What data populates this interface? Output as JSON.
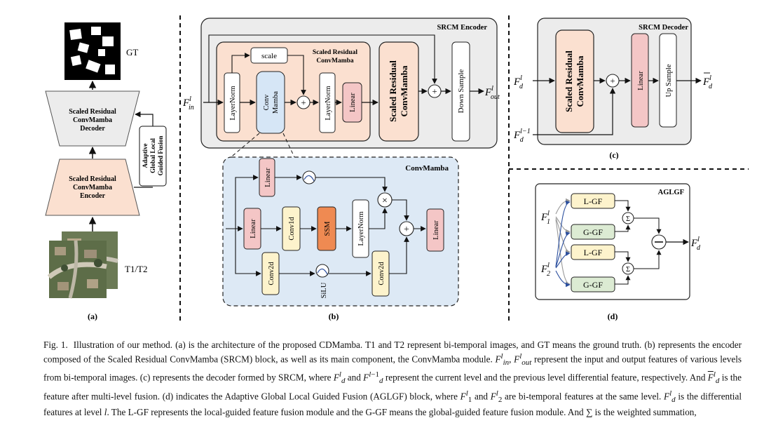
{
  "panel_a": {
    "gt_label": "GT",
    "decoder_lines": [
      "Scaled Residual",
      "ConvMamba",
      "Decoder"
    ],
    "encoder_lines": [
      "Scaled Residual",
      "ConvMamba",
      "Encoder"
    ],
    "fusion_lines": [
      "Adaptive",
      "Global Local",
      "Guided Fusion"
    ],
    "input_label": "T1/T2",
    "caption": "(a)"
  },
  "panel_b": {
    "encoder_title": "SRCM Encoder",
    "block_title_lines": [
      "Scaled Residual",
      "ConvMamba"
    ],
    "scale": "scale",
    "layernorm": "LayerNorm",
    "conv_mamba_lines": [
      "Conv",
      "Mamba"
    ],
    "linear": "Linear",
    "srcm_big_lines": [
      "Scaled Residual",
      "ConvMamba"
    ],
    "down_sample": "Down Sample",
    "f_in": "F",
    "f_in_sup": "l",
    "f_in_sub": "in",
    "f_out": "F",
    "f_out_sup": "l",
    "f_out_sub": "out",
    "convmamba_title": "ConvMamba",
    "conv1d": "Conv1d",
    "ssm": "SSM",
    "conv2d": "Conv2d",
    "silu": "SiLU",
    "caption": "(b)"
  },
  "panel_c": {
    "decoder_title": "SRCM Decoder",
    "srcm_lines": [
      "Scaled Residual",
      "ConvMamba"
    ],
    "linear": "Linear",
    "up_sample": "Up Sample",
    "fd": "F",
    "fd_sup": "l",
    "fd_sub": "d",
    "fd_prev_sup": "l−1",
    "caption": "(c)"
  },
  "panel_d": {
    "title": "AGLGF",
    "lgf": "L-GF",
    "ggf": "G-GF",
    "sigma": "Σ",
    "f1_sub": "1",
    "f2_sub": "2",
    "caption": "(d)"
  },
  "colors": {
    "gray_box": "#ececec",
    "peach": "#fbe0d0",
    "pink_linear": "#f4c6c6",
    "blue_mamba": "#d6e6f6",
    "yellow_conv": "#fdf3cc",
    "ssm_orange": "#ef8a52",
    "green_ggf": "#dcebd3",
    "convmamba_bg": "#dde9f5"
  }
}
